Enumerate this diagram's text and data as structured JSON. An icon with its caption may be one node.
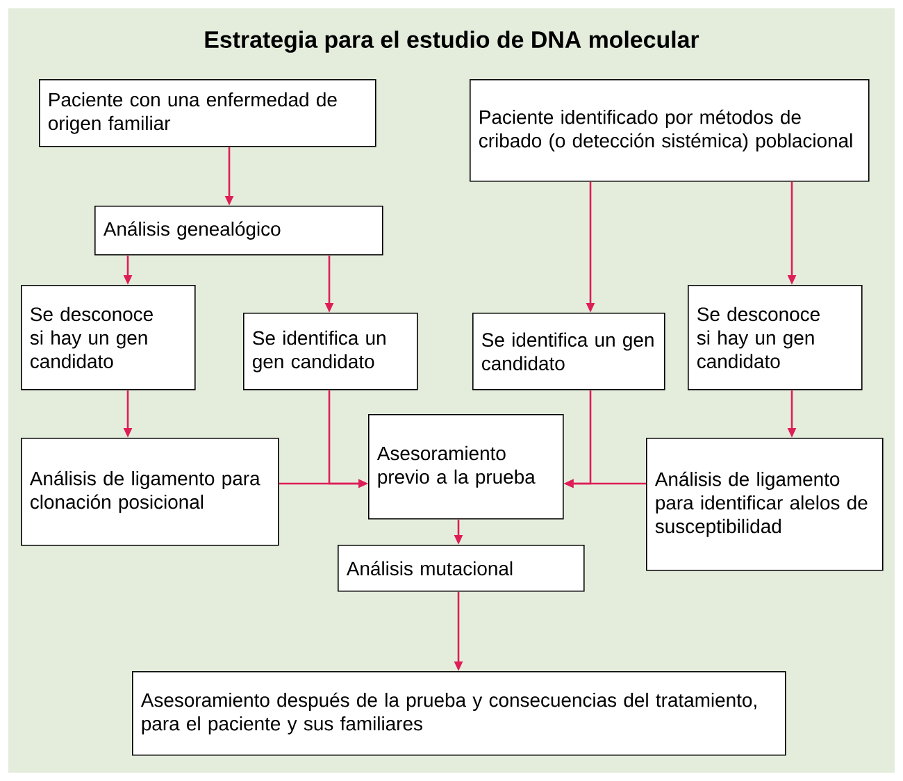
{
  "diagram": {
    "title": "Estrategia para el estudio de DNA molecular",
    "nodes": [
      {
        "text": [
          "Paciente con una enfermedad de origen familiar"
        ]
      },
      {
        "text": [
          "Paciente identificado por métodos de cribado (o detección sistémica) poblacional"
        ]
      },
      {
        "text": [
          "Análisis genealógico"
        ]
      },
      {
        "text": [
          "Se desconoce si hay un gen candidato"
        ]
      },
      {
        "text": [
          "Se identifica un gen candidato"
        ]
      },
      {
        "text": [
          "Se identifica un gen candidato"
        ]
      },
      {
        "text": [
          "Se desconoce si hay un gen candidato"
        ]
      },
      {
        "text": [
          "Análisis de ligamento para clonación posicional"
        ]
      },
      {
        "text": [
          "Asesoramiento previo a la prueba"
        ]
      },
      {
        "text": [
          "Análisis de ligamento para identificar alelos de susceptibilidad"
        ]
      },
      {
        "text": [
          "Análisis mutacional"
        ]
      },
      {
        "text": [
          "Asesoramiento después de la prueba y consecuencias del tratamiento, para el paciente y sus familiares"
        ]
      }
    ],
    "edges": [
      {
        "from": 0,
        "to": 2,
        "arrow": "to"
      },
      {
        "from": 2,
        "to": 3,
        "arrow": "to"
      },
      {
        "from": 2,
        "to": 4,
        "arrow": "to"
      },
      {
        "from": 1,
        "to": 5,
        "arrow": "to"
      },
      {
        "from": 1,
        "to": 6,
        "arrow": "to"
      },
      {
        "from": 3,
        "to": 7,
        "arrow": "to"
      },
      {
        "from": 6,
        "to": 9,
        "arrow": "to"
      },
      {
        "from": 7,
        "to": 8,
        "arrow": "to"
      },
      {
        "from": 4,
        "to": 8,
        "arrow": "to"
      },
      {
        "from": 5,
        "to": 8,
        "arrow": "to"
      },
      {
        "from": 9,
        "to": 8,
        "arrow": "to"
      },
      {
        "from": 8,
        "to": 10,
        "arrow": "to"
      },
      {
        "from": 10,
        "to": 11,
        "arrow": "to"
      }
    ]
  }
}
